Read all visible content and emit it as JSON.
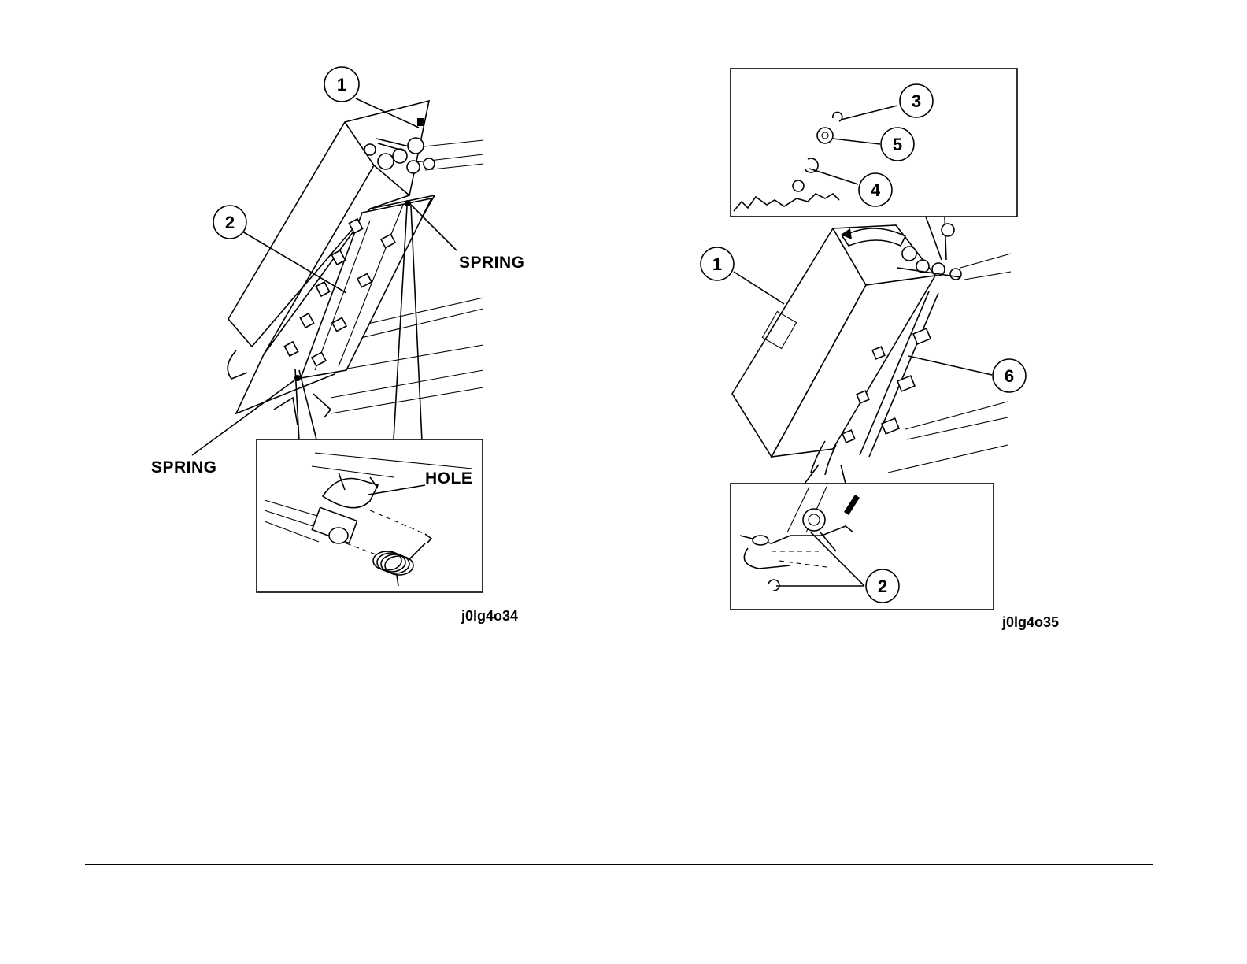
{
  "figures": [
    {
      "id": "j0lg4o34",
      "labels": {
        "spring_top": "SPRING",
        "spring_bottom": "SPRING",
        "hole": "HOLE"
      },
      "callouts": [
        "1",
        "2"
      ]
    },
    {
      "id": "j0lg4o35",
      "callouts": [
        "1",
        "2",
        "3",
        "4",
        "5",
        "6"
      ]
    }
  ]
}
